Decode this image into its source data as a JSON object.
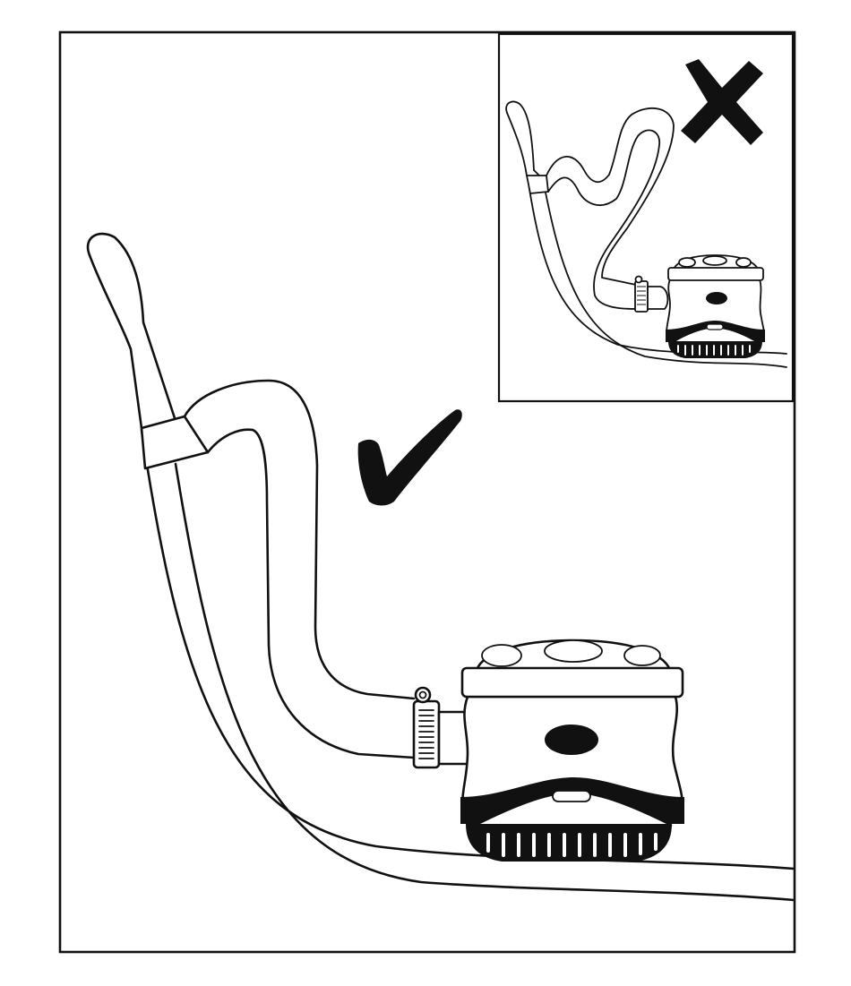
{
  "figure": {
    "kind": "installation-diagram",
    "main_panel": {
      "verdict": "correct",
      "verdict_icon": "check-mark-icon"
    },
    "inset_panel": {
      "verdict": "incorrect",
      "verdict_icon": "cross-mark-icon"
    },
    "colors": {
      "ink": "#111111",
      "paper": "#ffffff"
    }
  }
}
